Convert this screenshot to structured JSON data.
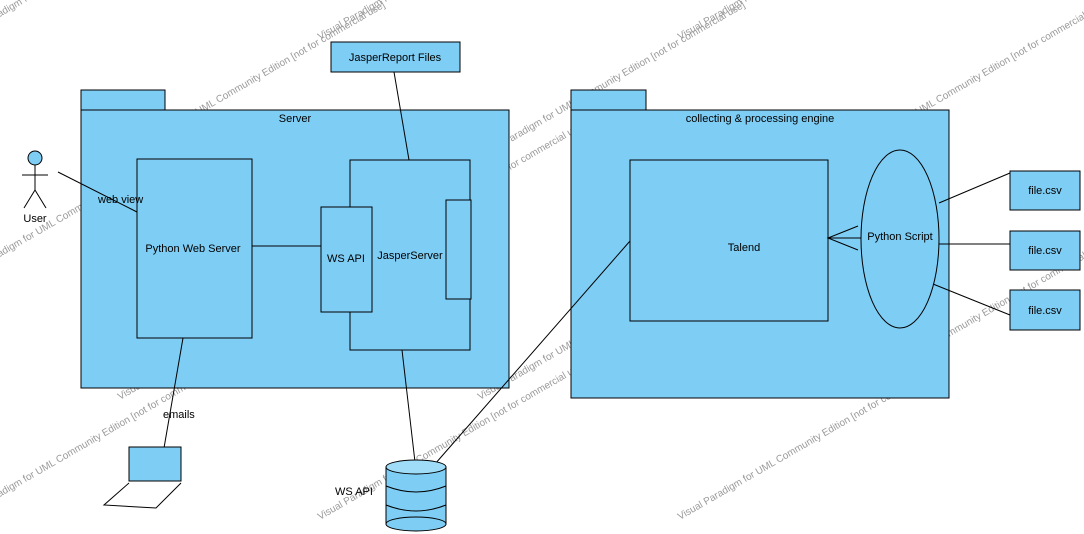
{
  "colors": {
    "fill": "#7ecdf4",
    "line": "#000000",
    "watermark": "#9a9a9a"
  },
  "watermark": "Visual Paradigm for UML Community Edition [not for commercial use]",
  "actor": {
    "label": "User"
  },
  "packages": {
    "server": {
      "label": "Server"
    },
    "engine": {
      "label": "collecting & processing engine"
    }
  },
  "components": {
    "python_web_server": "Python Web Server",
    "ws_api_port": "WS API",
    "jasperserver": "JasperServer",
    "jasper_files": "JasperReport Files",
    "talend": "Talend",
    "python_script": "Python Script",
    "csv_files": [
      "file.csv",
      "file.csv",
      "file.csv"
    ],
    "database": "WS API"
  },
  "edges": {
    "web_view": "web view",
    "emails": "emails"
  }
}
